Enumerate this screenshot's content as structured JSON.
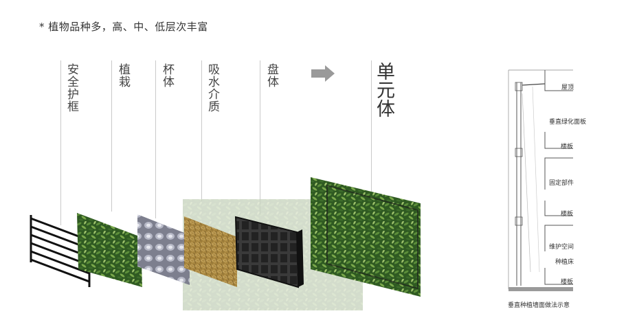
{
  "note": "* 植物品种多，高、中、低层次丰富",
  "layers": [
    {
      "label": "安全护框"
    },
    {
      "label": "植栽"
    },
    {
      "label": "杯体"
    },
    {
      "label": "吸水介质"
    },
    {
      "label": "盘体"
    }
  ],
  "result_label": "单元体",
  "section": {
    "labels": [
      "屋顶",
      "垂直绿化面板",
      "楼板",
      "固定部件",
      "楼板",
      "维护空间",
      "种植床",
      "楼板"
    ],
    "caption": "垂直种植墙面做法示意"
  }
}
